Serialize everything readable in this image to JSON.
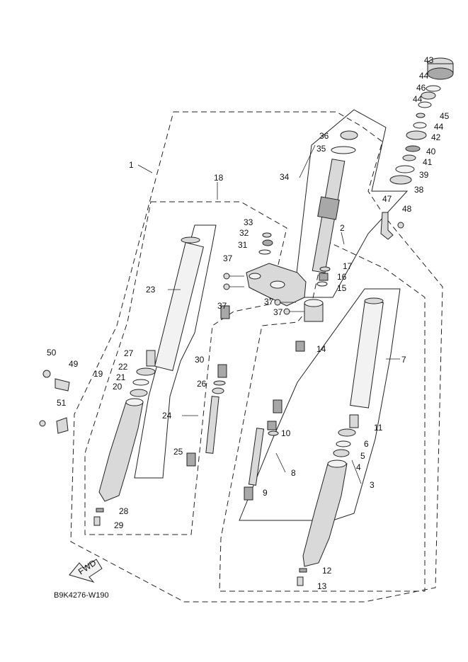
{
  "caption": "B9K4276-W190",
  "fwd_label": "FWD",
  "callouts": [
    "1",
    "2",
    "3",
    "4",
    "5",
    "6",
    "7",
    "8",
    "9",
    "10",
    "11",
    "12",
    "13",
    "14",
    "15",
    "16",
    "17",
    "18",
    "19",
    "20",
    "21",
    "22",
    "23",
    "24",
    "25",
    "26",
    "27",
    "28",
    "29",
    "30",
    "31",
    "32",
    "33",
    "34",
    "35",
    "36",
    "37",
    "37",
    "37",
    "37",
    "38",
    "39",
    "40",
    "41",
    "42",
    "43",
    "44",
    "44",
    "44",
    "45",
    "46",
    "47",
    "48",
    "49",
    "50",
    "51"
  ]
}
